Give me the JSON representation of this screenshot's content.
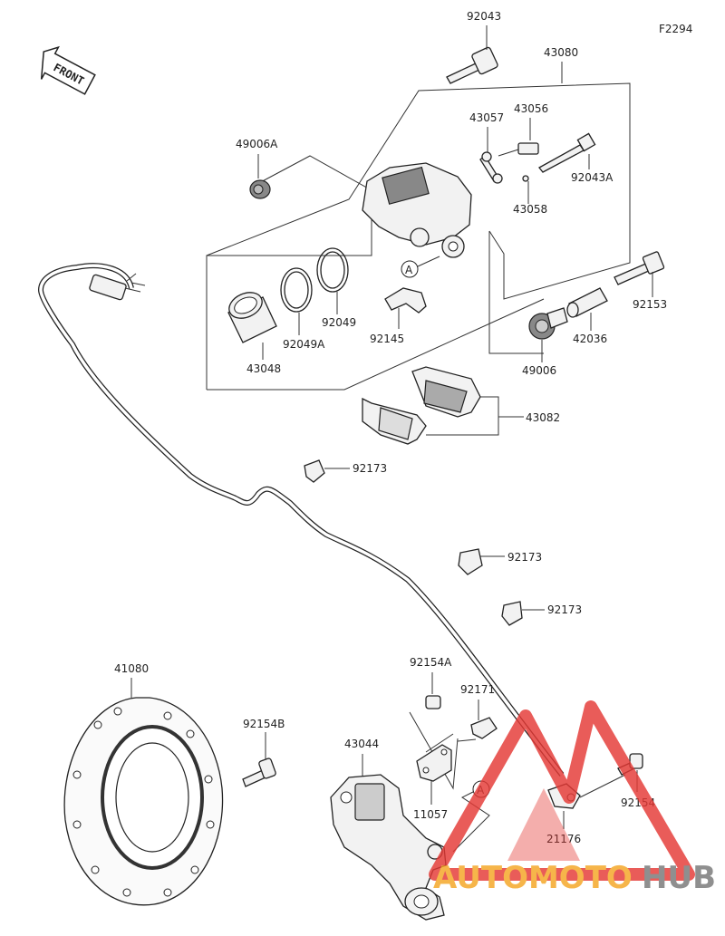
{
  "figure_code": "F2294",
  "front_label": "FRONT",
  "callouts": {
    "ref_A_upper": "A",
    "ref_A_lower": "A"
  },
  "parts": {
    "p92043": "92043",
    "p43080": "43080",
    "p43057": "43057",
    "p43056": "43056",
    "p49006A": "49006A",
    "p92043A": "92043A",
    "p43058": "43058",
    "p92153": "92153",
    "p92049": "92049",
    "p92049A": "92049A",
    "p92145": "92145",
    "p43048": "43048",
    "p42036": "42036",
    "p49006": "49006",
    "p43082": "43082",
    "p92173a": "92173",
    "p92173b": "92173",
    "p92173c": "92173",
    "p41080": "41080",
    "p92154A": "92154A",
    "p92171": "92171",
    "p92154B": "92154B",
    "p43044": "43044",
    "p11057": "11057",
    "p92154": "92154",
    "p21176": "21176"
  },
  "watermark": {
    "part1": "AUTOMOTO",
    "part2": "HUB"
  },
  "colors": {
    "line": "#333333",
    "watermark_red": "#e53935",
    "watermark_orange": "#f5a623",
    "watermark_gray": "#777777"
  }
}
